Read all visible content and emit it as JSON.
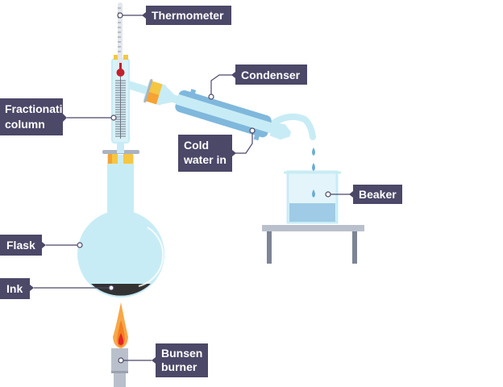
{
  "labels": {
    "thermometer": "Thermometer",
    "condenser": "Condenser",
    "fractionating_1": "Fractionating",
    "fractionating_2": "column",
    "cold_water_1": "Cold",
    "cold_water_2": "water in",
    "beaker": "Beaker",
    "flask": "Flask",
    "ink": "Ink",
    "bunsen_1": "Bunsen",
    "bunsen_2": "burner"
  },
  "colors": {
    "label_box": "#4b4868",
    "glass": "#c8ecf5",
    "condenser_jacket": "#7fb8dc",
    "water": "#9fcbe6",
    "ink": "#333333",
    "stopper": "#f5c642",
    "flame_outer": "#f7a74a",
    "flame_inner": "#e0262b",
    "thermometer_bulb": "#c3202f",
    "burner": "#b9c0cc"
  }
}
